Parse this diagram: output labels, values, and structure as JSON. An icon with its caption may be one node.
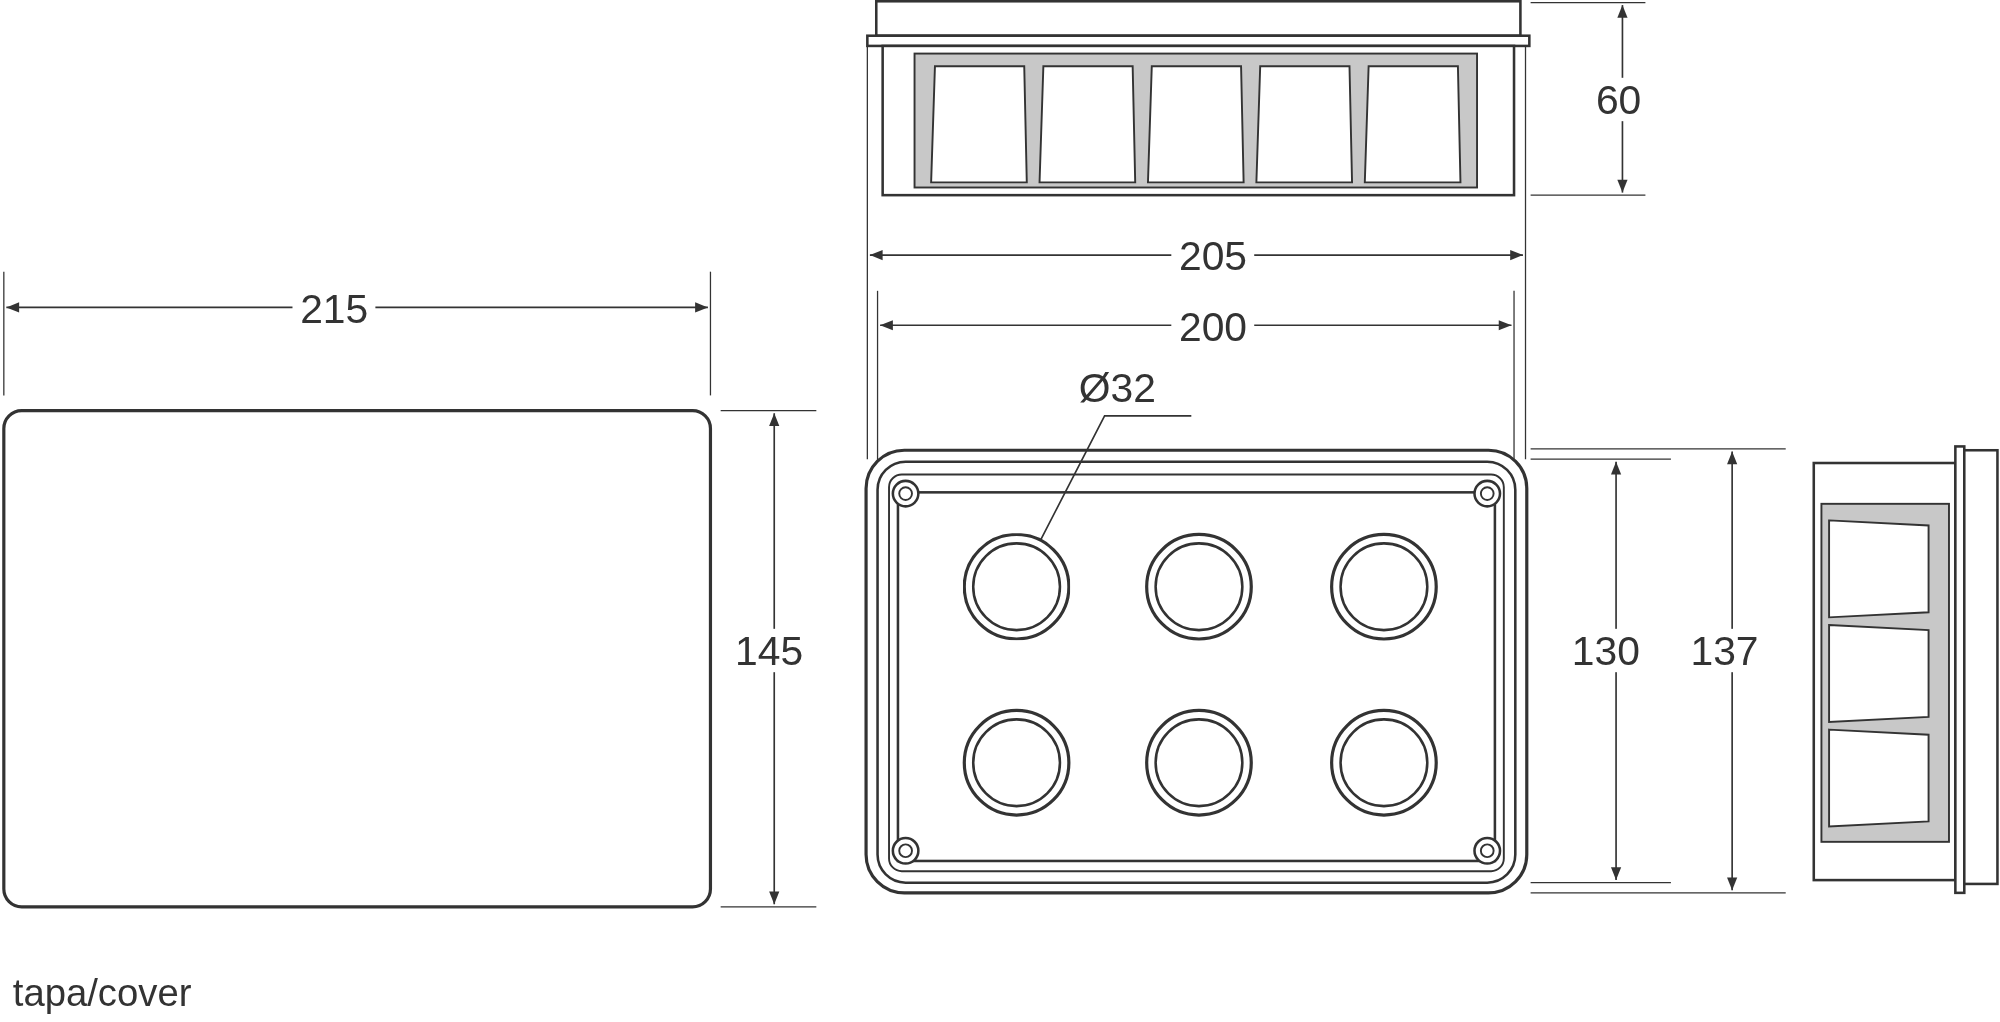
{
  "diagram": {
    "nodes": [
      {
        "text": [
          "Ø32"
        ]
      },
      {
        "text": [],
        "shape": "circle"
      }
    ],
    "edges": [
      {
        "from": 0,
        "to": 1,
        "arrow": "none"
      }
    ],
    "labels": [
      "60",
      "205",
      "215",
      "200",
      "145",
      "130",
      "137",
      "tapa/cover"
    ]
  }
}
